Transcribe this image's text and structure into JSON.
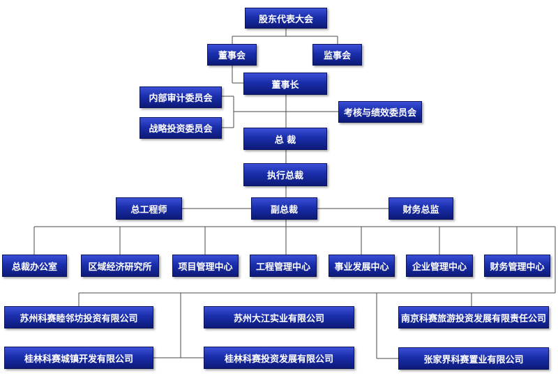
{
  "nodes": {
    "shareholders": "股东代表大会",
    "board": "董事会",
    "supervisory": "监事会",
    "chairman": "董事长",
    "audit_committee": "内部审计委员会",
    "strategy_committee": "战略投资委员会",
    "performance_committee": "考核与绩效委员会",
    "president": "总  裁",
    "executive_president": "执行总裁",
    "vice_president": "副总裁",
    "chief_engineer": "总工程师",
    "finance_director": "财务总监",
    "president_office": "总裁办公室",
    "regional_economy_institute": "区域经济研究所",
    "project_mgmt_center": "项目管理中心",
    "engineering_mgmt_center": "工程管理中心",
    "business_dev_center": "事业发展中心",
    "enterprise_mgmt_center": "企业管理中心",
    "finance_mgmt_center": "财务管理中心",
    "suzhou_kesai_mulin": "苏州科赛睦邻坊投资有限公司",
    "suzhou_dajiang": "苏州大江实业有限公司",
    "nanjing_kesai_tourism": "南京科赛旅游投资发展有限责任公司",
    "guilin_kesai_town": "桂林科赛城镇开发有限公司",
    "guilin_kesai_invest": "桂林科赛投资发展有限公司",
    "zhangjiajie_kesai": "张家界科赛置业有限公司"
  },
  "colors": {
    "line": "#4a4a4a",
    "box_top": "#3b4fd8",
    "box_bottom": "#0d1a78"
  }
}
